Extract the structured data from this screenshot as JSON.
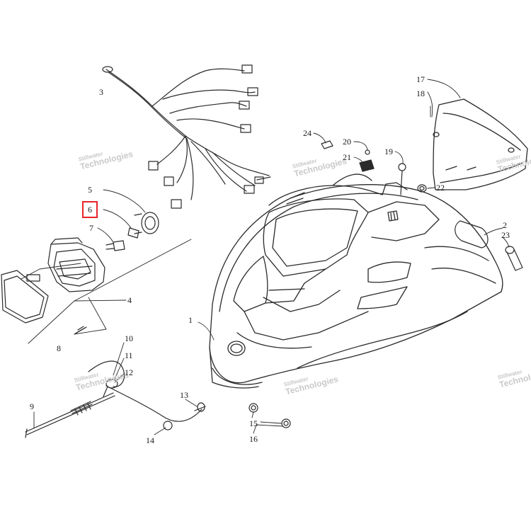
{
  "callouts": {
    "c1": "1",
    "c2": "2",
    "c3": "3",
    "c4": "4",
    "c5": "5",
    "c6": "6",
    "c7": "7",
    "c8": "8",
    "c9": "9",
    "c10": "10",
    "c11": "11",
    "c12": "12",
    "c13": "13",
    "c14": "14",
    "c15": "15",
    "c16": "16",
    "c17": "17",
    "c18": "18",
    "c19": "19",
    "c20": "20",
    "c21": "21",
    "c22": "22",
    "c23": "23",
    "c24": "24"
  },
  "highlighted_callout": "6",
  "highlight_color": "#e8232a",
  "line_color": "#2a2a2a",
  "watermark": {
    "line1": "Stillwater",
    "line2": "Technologies"
  }
}
